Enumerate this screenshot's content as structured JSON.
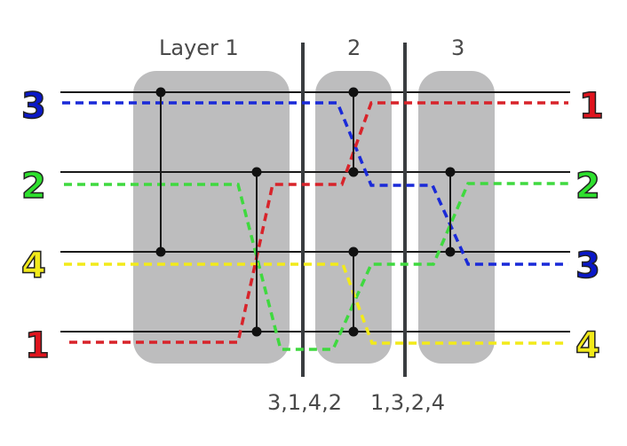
{
  "layers": [
    {
      "label": "Layer 1"
    },
    {
      "label": "2"
    },
    {
      "label": "3"
    }
  ],
  "permutations": [
    {
      "label": "3,1,4,2"
    },
    {
      "label": "1,3,2,4"
    }
  ],
  "inputs": [
    {
      "label": "3",
      "color": "#0a18c8"
    },
    {
      "label": "2",
      "color": "#2ee02e"
    },
    {
      "label": "4",
      "color": "#f2ea1a"
    },
    {
      "label": "1",
      "color": "#e0141e"
    }
  ],
  "outputs": [
    {
      "label": "1",
      "color": "#e0141e"
    },
    {
      "label": "2",
      "color": "#2ee02e"
    },
    {
      "label": "3",
      "color": "#0a18c8"
    },
    {
      "label": "4",
      "color": "#f2ea1a"
    }
  ],
  "colors": {
    "box": "#bdbdbe",
    "wire": "#1a1a1a",
    "divider": "#3a3d40",
    "blue": "#1a2ad8",
    "green": "#3fd93f",
    "yellow": "#f2ea1a",
    "red": "#d8232a"
  }
}
